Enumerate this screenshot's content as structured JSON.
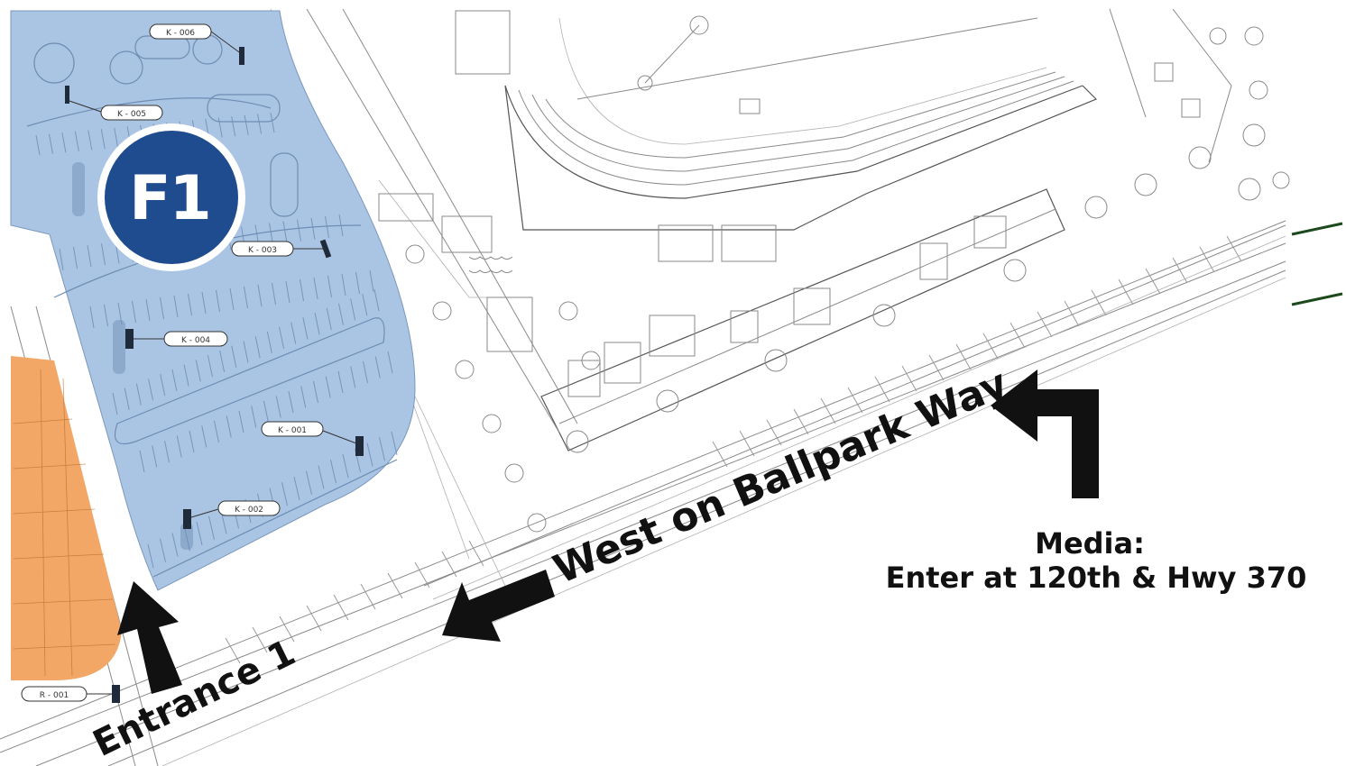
{
  "lot": {
    "name": "F1",
    "fill_color": "#aac4e3",
    "badge_color": "#1f4b8f"
  },
  "overflow_lot_color": "#f2a766",
  "kiosks": [
    {
      "id": "k005",
      "label": "K - 005"
    },
    {
      "id": "k006",
      "label": "K - 006"
    },
    {
      "id": "k003",
      "label": "K - 003"
    },
    {
      "id": "k004",
      "label": "K - 004"
    },
    {
      "id": "k001",
      "label": "K - 001"
    },
    {
      "id": "k002",
      "label": "K - 002"
    },
    {
      "id": "r001",
      "label": "R - 001"
    }
  ],
  "street_label": "West on Ballpark Way",
  "entrance_label": "Entrance 1",
  "media_note": {
    "line1": "Media:",
    "line2": "Enter at 120th & Hwy 370"
  }
}
